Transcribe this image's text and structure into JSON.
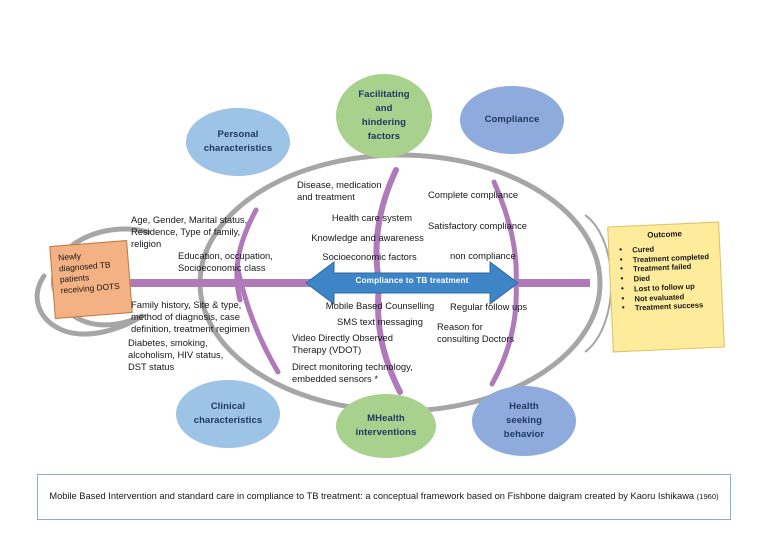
{
  "diagram": {
    "title": "Fishbone (Ishikawa) conceptual framework",
    "colors": {
      "spine": "#b07aba",
      "fish_outline": "#a6a6a6",
      "arrow": "#3d85c6",
      "ellipse_blue": "#9dc3e6",
      "ellipse_green": "#a9d18e",
      "ellipse_violet": "#8faadc",
      "input_box": "#f4b183",
      "outcome_box": "#ffeb9c",
      "label_text": "#1f3864"
    },
    "input_box": {
      "text": "Newly diagnosed TB patients receiving DOTS"
    },
    "outcome_box": {
      "title": "Outcome",
      "items": [
        "Cured",
        "Treatment completed",
        "Treatment failed",
        "Died",
        "Lost to follow up",
        "Not evaluated",
        "Treatment success"
      ]
    },
    "center_arrow": {
      "label": "Compliance to TB treatment"
    },
    "categories": [
      {
        "id": "personal",
        "label": "Personal\ncharacteristics",
        "color": "ellipse_blue"
      },
      {
        "id": "facilitating",
        "label": "Facilitating\nand\nhindering\nfactors",
        "color": "ellipse_green"
      },
      {
        "id": "compliance",
        "label": "Compliance",
        "color": "ellipse_violet"
      },
      {
        "id": "clinical",
        "label": "Clinical\ncharacteristics",
        "color": "ellipse_blue"
      },
      {
        "id": "mhealth",
        "label": "MHealth\ninterventions",
        "color": "ellipse_green"
      },
      {
        "id": "health_seeking",
        "label": "Health\nseeking\nbehavior",
        "color": "ellipse_violet"
      }
    ],
    "causes": {
      "personal": [
        "Age, Gender, Marital status,\nResidence, Type of family,\nreligion",
        "Education, occupation,\nSocioeconomic class"
      ],
      "clinical": [
        "Family history, Site & type,\nmethod of diagnosis, case\ndefinition, treatment regimen",
        "Diabetes, smoking,\nalcoholism, HIV status,\nDST status"
      ],
      "facilitating": [
        "Disease, medication\nand treatment",
        "Health care system",
        "Knowledge and awareness",
        "Socioeconomic factors"
      ],
      "mhealth": [
        "Mobile Based Counselling",
        "SMS text messaging",
        "Video Directly Observed\nTherapy (VDOT)",
        "Direct monitoring technology,\nembedded sensors *"
      ],
      "compliance": [
        "Complete compliance",
        "Satisfactory compliance",
        "non compliance"
      ],
      "health_seeking": [
        "Regular follow ups",
        "Reason for\nconsulting Doctors"
      ]
    }
  },
  "caption": {
    "main": "Mobile Based Intervention and standard care in compliance to TB treatment:  a conceptual framework based on Fishbone daigram created by Kaoru Ishikawa",
    "year": "(1960)"
  }
}
